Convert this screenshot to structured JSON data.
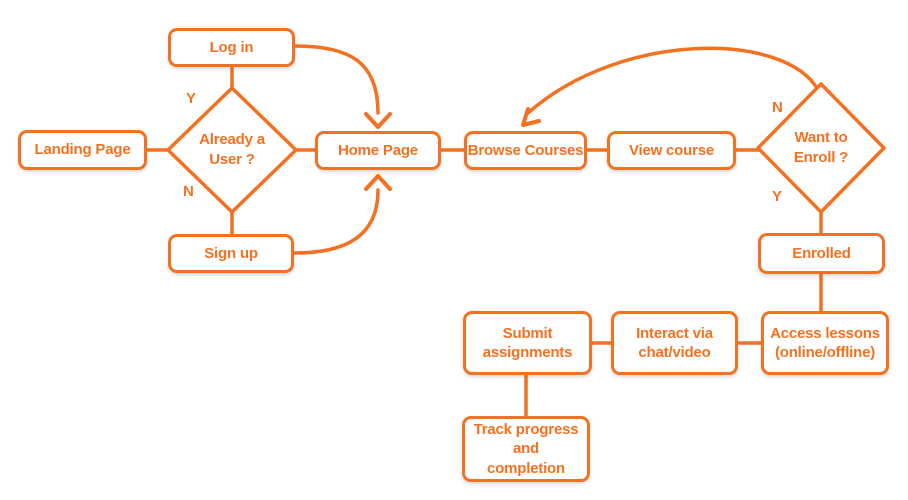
{
  "colors": {
    "accent": "#F47121",
    "node_fill": "#FFFFFF",
    "background": "#FFFFFF"
  },
  "nodes": {
    "landing": {
      "label": "Landing Page"
    },
    "login": {
      "label": "Log in"
    },
    "signup": {
      "label": "Sign up"
    },
    "already_user": {
      "label": "Already a\nUser ?"
    },
    "home": {
      "label": "Home Page"
    },
    "browse": {
      "label": "Browse Courses"
    },
    "view_course": {
      "label": "View course"
    },
    "want_enroll": {
      "label": "Want to\nEnroll ?"
    },
    "enrolled": {
      "label": "Enrolled"
    },
    "access_lessons": {
      "label": "Access lessons\n(online/offline)"
    },
    "interact": {
      "label": "Interact via\nchat/video"
    },
    "submit": {
      "label": "Submit\nassignments"
    },
    "track": {
      "label": "Track progress\nand\ncompletion"
    }
  },
  "branch_labels": {
    "already_yes": "Y",
    "already_no": "N",
    "enroll_no": "N",
    "enroll_yes": "Y"
  }
}
